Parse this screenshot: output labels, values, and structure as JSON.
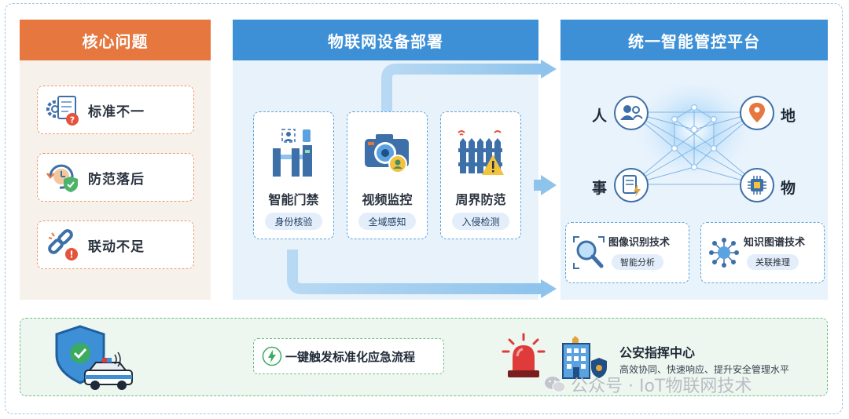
{
  "problems": {
    "title": "核心问题",
    "items": [
      {
        "label": "标准不一",
        "icon": "document-gear-icon"
      },
      {
        "label": "防范落后",
        "icon": "clock-shield-icon"
      },
      {
        "label": "联动不足",
        "icon": "broken-link-icon"
      }
    ]
  },
  "devices": {
    "title": "物联网设备部署",
    "items": [
      {
        "label": "智能门禁",
        "tag": "身份核验",
        "icon": "access-gate-icon"
      },
      {
        "label": "视频监控",
        "tag": "全域感知",
        "icon": "camera-icon"
      },
      {
        "label": "周界防范",
        "tag": "入侵检测",
        "icon": "fence-alert-icon"
      }
    ]
  },
  "platform": {
    "title": "统一智能管控平台",
    "nodes": {
      "person": "人",
      "place": "地",
      "event": "事",
      "thing": "物"
    },
    "techs": [
      {
        "label": "图像识别技术",
        "tag": "智能分析",
        "icon": "magnifier-icon"
      },
      {
        "label": "知识图谱技术",
        "tag": "关联推理",
        "icon": "brain-network-icon"
      }
    ]
  },
  "response": {
    "flow_label": "一键触发标准化应急流程",
    "center_title": "公安指挥中心",
    "center_desc": "高效协同、快速响应、提升安全管理水平"
  },
  "watermark": "公众号 · IoT物联网技术",
  "colors": {
    "orange": "#e5773f",
    "blue": "#3d8fd6",
    "green": "#6fbf86",
    "alert_red": "#e03b3b"
  }
}
